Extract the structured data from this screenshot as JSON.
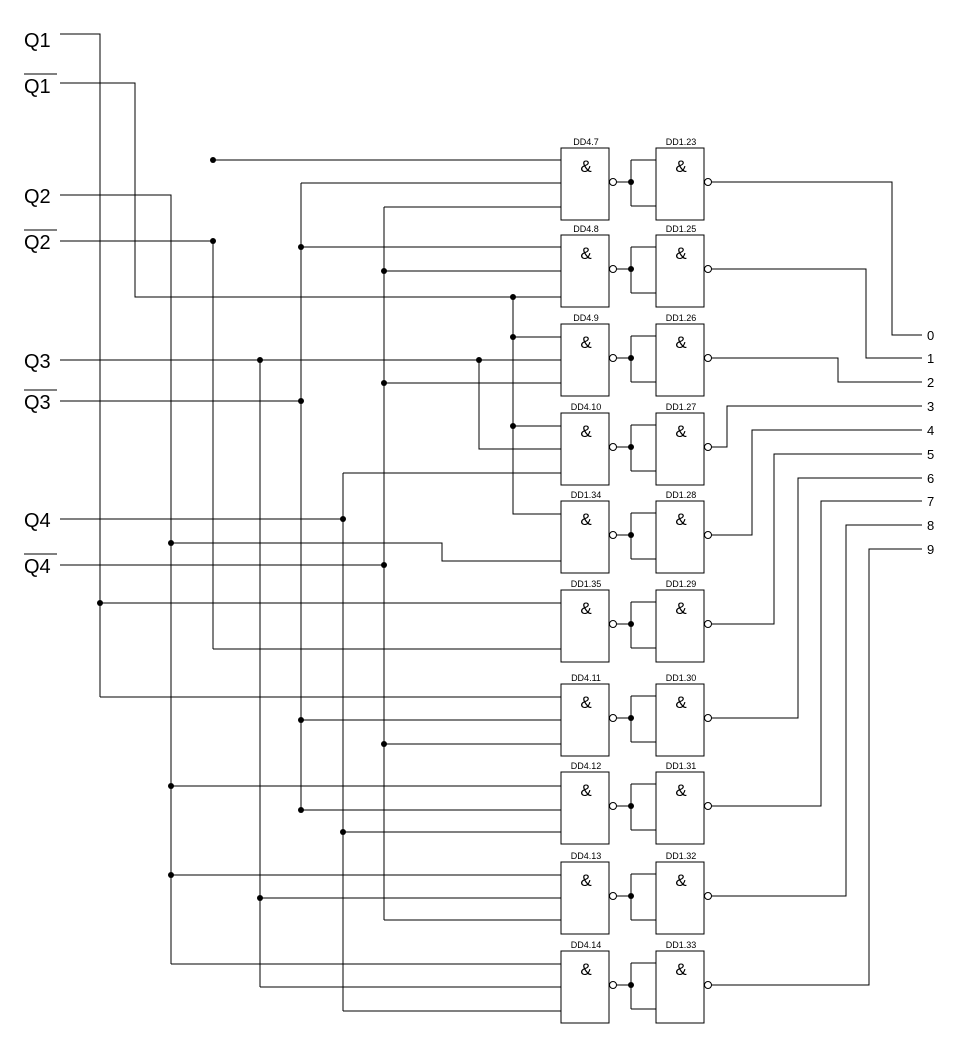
{
  "inputs": [
    {
      "label": "Q1",
      "overbar": false
    },
    {
      "label": "Q1",
      "overbar": true
    },
    {
      "label": "Q2",
      "overbar": false
    },
    {
      "label": "Q2",
      "overbar": true
    },
    {
      "label": "Q3",
      "overbar": false
    },
    {
      "label": "Q3",
      "overbar": true
    },
    {
      "label": "Q4",
      "overbar": false
    },
    {
      "label": "Q4",
      "overbar": true
    }
  ],
  "and_gates": [
    "DD4.7",
    "DD4.8",
    "DD4.9",
    "DD4.10",
    "DD1.34",
    "DD1.35",
    "DD4.11",
    "DD4.12",
    "DD4.13",
    "DD4.14"
  ],
  "inverters": [
    "DD1.23",
    "DD1.25",
    "DD1.26",
    "DD1.27",
    "DD1.28",
    "DD1.29",
    "DD1.30",
    "DD1.31",
    "DD1.32",
    "DD1.33"
  ],
  "gate_symbol": "&",
  "outputs": [
    "0",
    "1",
    "2",
    "3",
    "4",
    "5",
    "6",
    "7",
    "8",
    "9"
  ]
}
